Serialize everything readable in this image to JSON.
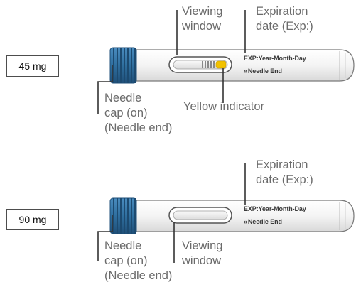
{
  "panels": [
    {
      "dose_label": "45 mg",
      "callouts": {
        "viewing_window": [
          "Viewing",
          "window"
        ],
        "expiration_date": [
          "Expiration",
          "date (Exp:)"
        ],
        "needle_cap": [
          "Needle",
          "cap (on)",
          "(Needle end)"
        ],
        "yellow_indicator": "Yellow indicator"
      },
      "pen_label_exp": "EXP:Year-Month-Day",
      "pen_label_needle": "Needle End",
      "pen_label_needle_prefix": "«"
    },
    {
      "dose_label": "90 mg",
      "callouts": {
        "expiration_date": [
          "Expiration",
          "date (Exp:)"
        ],
        "needle_cap": [
          "Needle",
          "cap (on)",
          "(Needle end)"
        ],
        "viewing_window": [
          "Viewing",
          "window"
        ]
      },
      "pen_label_exp": "EXP:Year-Month-Day",
      "pen_label_needle": "Needle End",
      "pen_label_needle_prefix": "«"
    }
  ],
  "colors": {
    "cap_blue": "#2f6f9f",
    "cap_blue_dark": "#1f4f78",
    "indicator_yellow": "#f2c200",
    "callout_text": "#6b6b6b",
    "leader_line": "#333333"
  }
}
